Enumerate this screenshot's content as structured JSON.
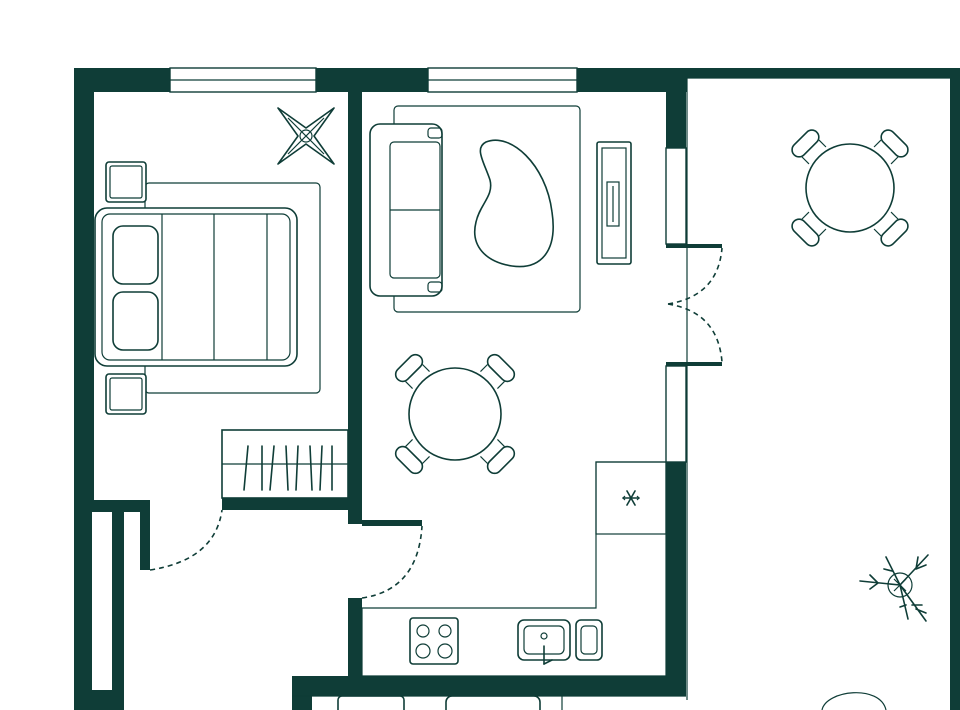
{
  "colors": {
    "wall": "#0f3d37",
    "background": "#ffffff"
  },
  "plan": {
    "rooms": [
      "bedroom",
      "living-room",
      "kitchen",
      "hallway",
      "balcony",
      "bathroom"
    ],
    "furniture": [
      "double-bed",
      "nightstand",
      "nightstand",
      "wardrobe",
      "sofa",
      "rug",
      "coffee-table",
      "tv-stand",
      "dining-table",
      "dining-chair",
      "stove",
      "sink",
      "refrigerator",
      "outdoor-table",
      "houseplant"
    ],
    "icons": [
      "snowflake-icon",
      "plant-icon"
    ]
  }
}
